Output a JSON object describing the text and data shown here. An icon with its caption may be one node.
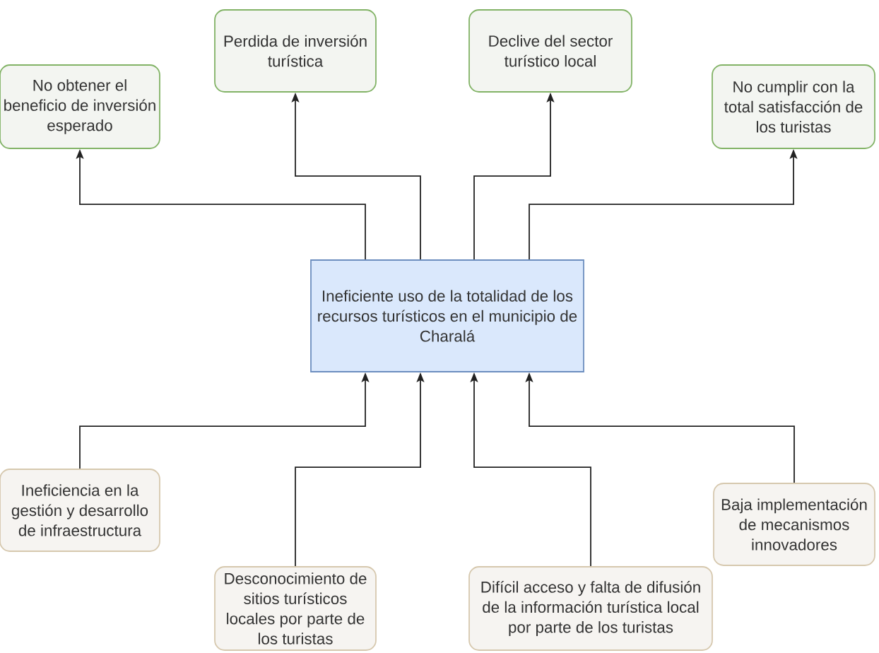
{
  "diagram": {
    "nodes": [
      {
        "text": [
          "No obtener el beneficio de inversión esperado"
        ]
      },
      {
        "text": [
          "Perdida de inversión turística"
        ]
      },
      {
        "text": [
          "Declive del sector turístico local"
        ]
      },
      {
        "text": [
          "No cumplir con la total satisfacción de los turistas"
        ]
      },
      {
        "text": [
          "Ineficiente uso de la totalidad de los recursos turísticos en el municipio de Charalá"
        ]
      },
      {
        "text": [
          "Ineficiencia en la gestión y desarrollo de infraestructura"
        ]
      },
      {
        "text": [
          "Desconocimiento de sitios turísticos locales por parte de los turistas"
        ]
      },
      {
        "text": [
          "Difícil acceso y falta de difusión de la información turística local por parte de los turistas"
        ]
      },
      {
        "text": [
          "Baja implementación de mecanismos innovadores"
        ]
      }
    ],
    "edges": [
      {
        "from": 4,
        "to": 0,
        "arrow": "to"
      },
      {
        "from": 4,
        "to": 1,
        "arrow": "to"
      },
      {
        "from": 4,
        "to": 2,
        "arrow": "to"
      },
      {
        "from": 4,
        "to": 3,
        "arrow": "to"
      },
      {
        "from": 5,
        "to": 4,
        "arrow": "to"
      },
      {
        "from": 6,
        "to": 4,
        "arrow": "to"
      },
      {
        "from": 7,
        "to": 4,
        "arrow": "to"
      },
      {
        "from": 8,
        "to": 4,
        "arrow": "to"
      }
    ]
  }
}
